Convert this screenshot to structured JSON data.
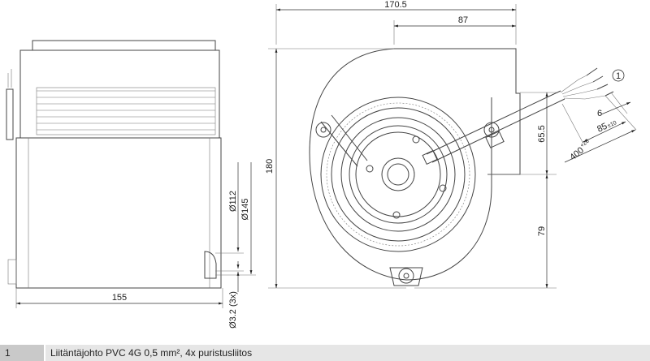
{
  "dimensions": {
    "overall_width": "170.5",
    "outlet_offset": "87",
    "height": "180",
    "upper_height": "65.5",
    "lower_height": "79",
    "depth": "155",
    "dia_112": "Ø112",
    "dia_145": "Ø145",
    "hole_dia": "Ø3.2 (3x)",
    "strip_length": "6",
    "wire_length": "85",
    "wire_tol": "±10",
    "cable_length": "400",
    "cable_tol": "+20"
  },
  "callout": "1",
  "legend": [
    {
      "num": "1",
      "text": "Liitäntäjohto PVC 4G 0,5 mm², 4x puristusliitos"
    }
  ]
}
